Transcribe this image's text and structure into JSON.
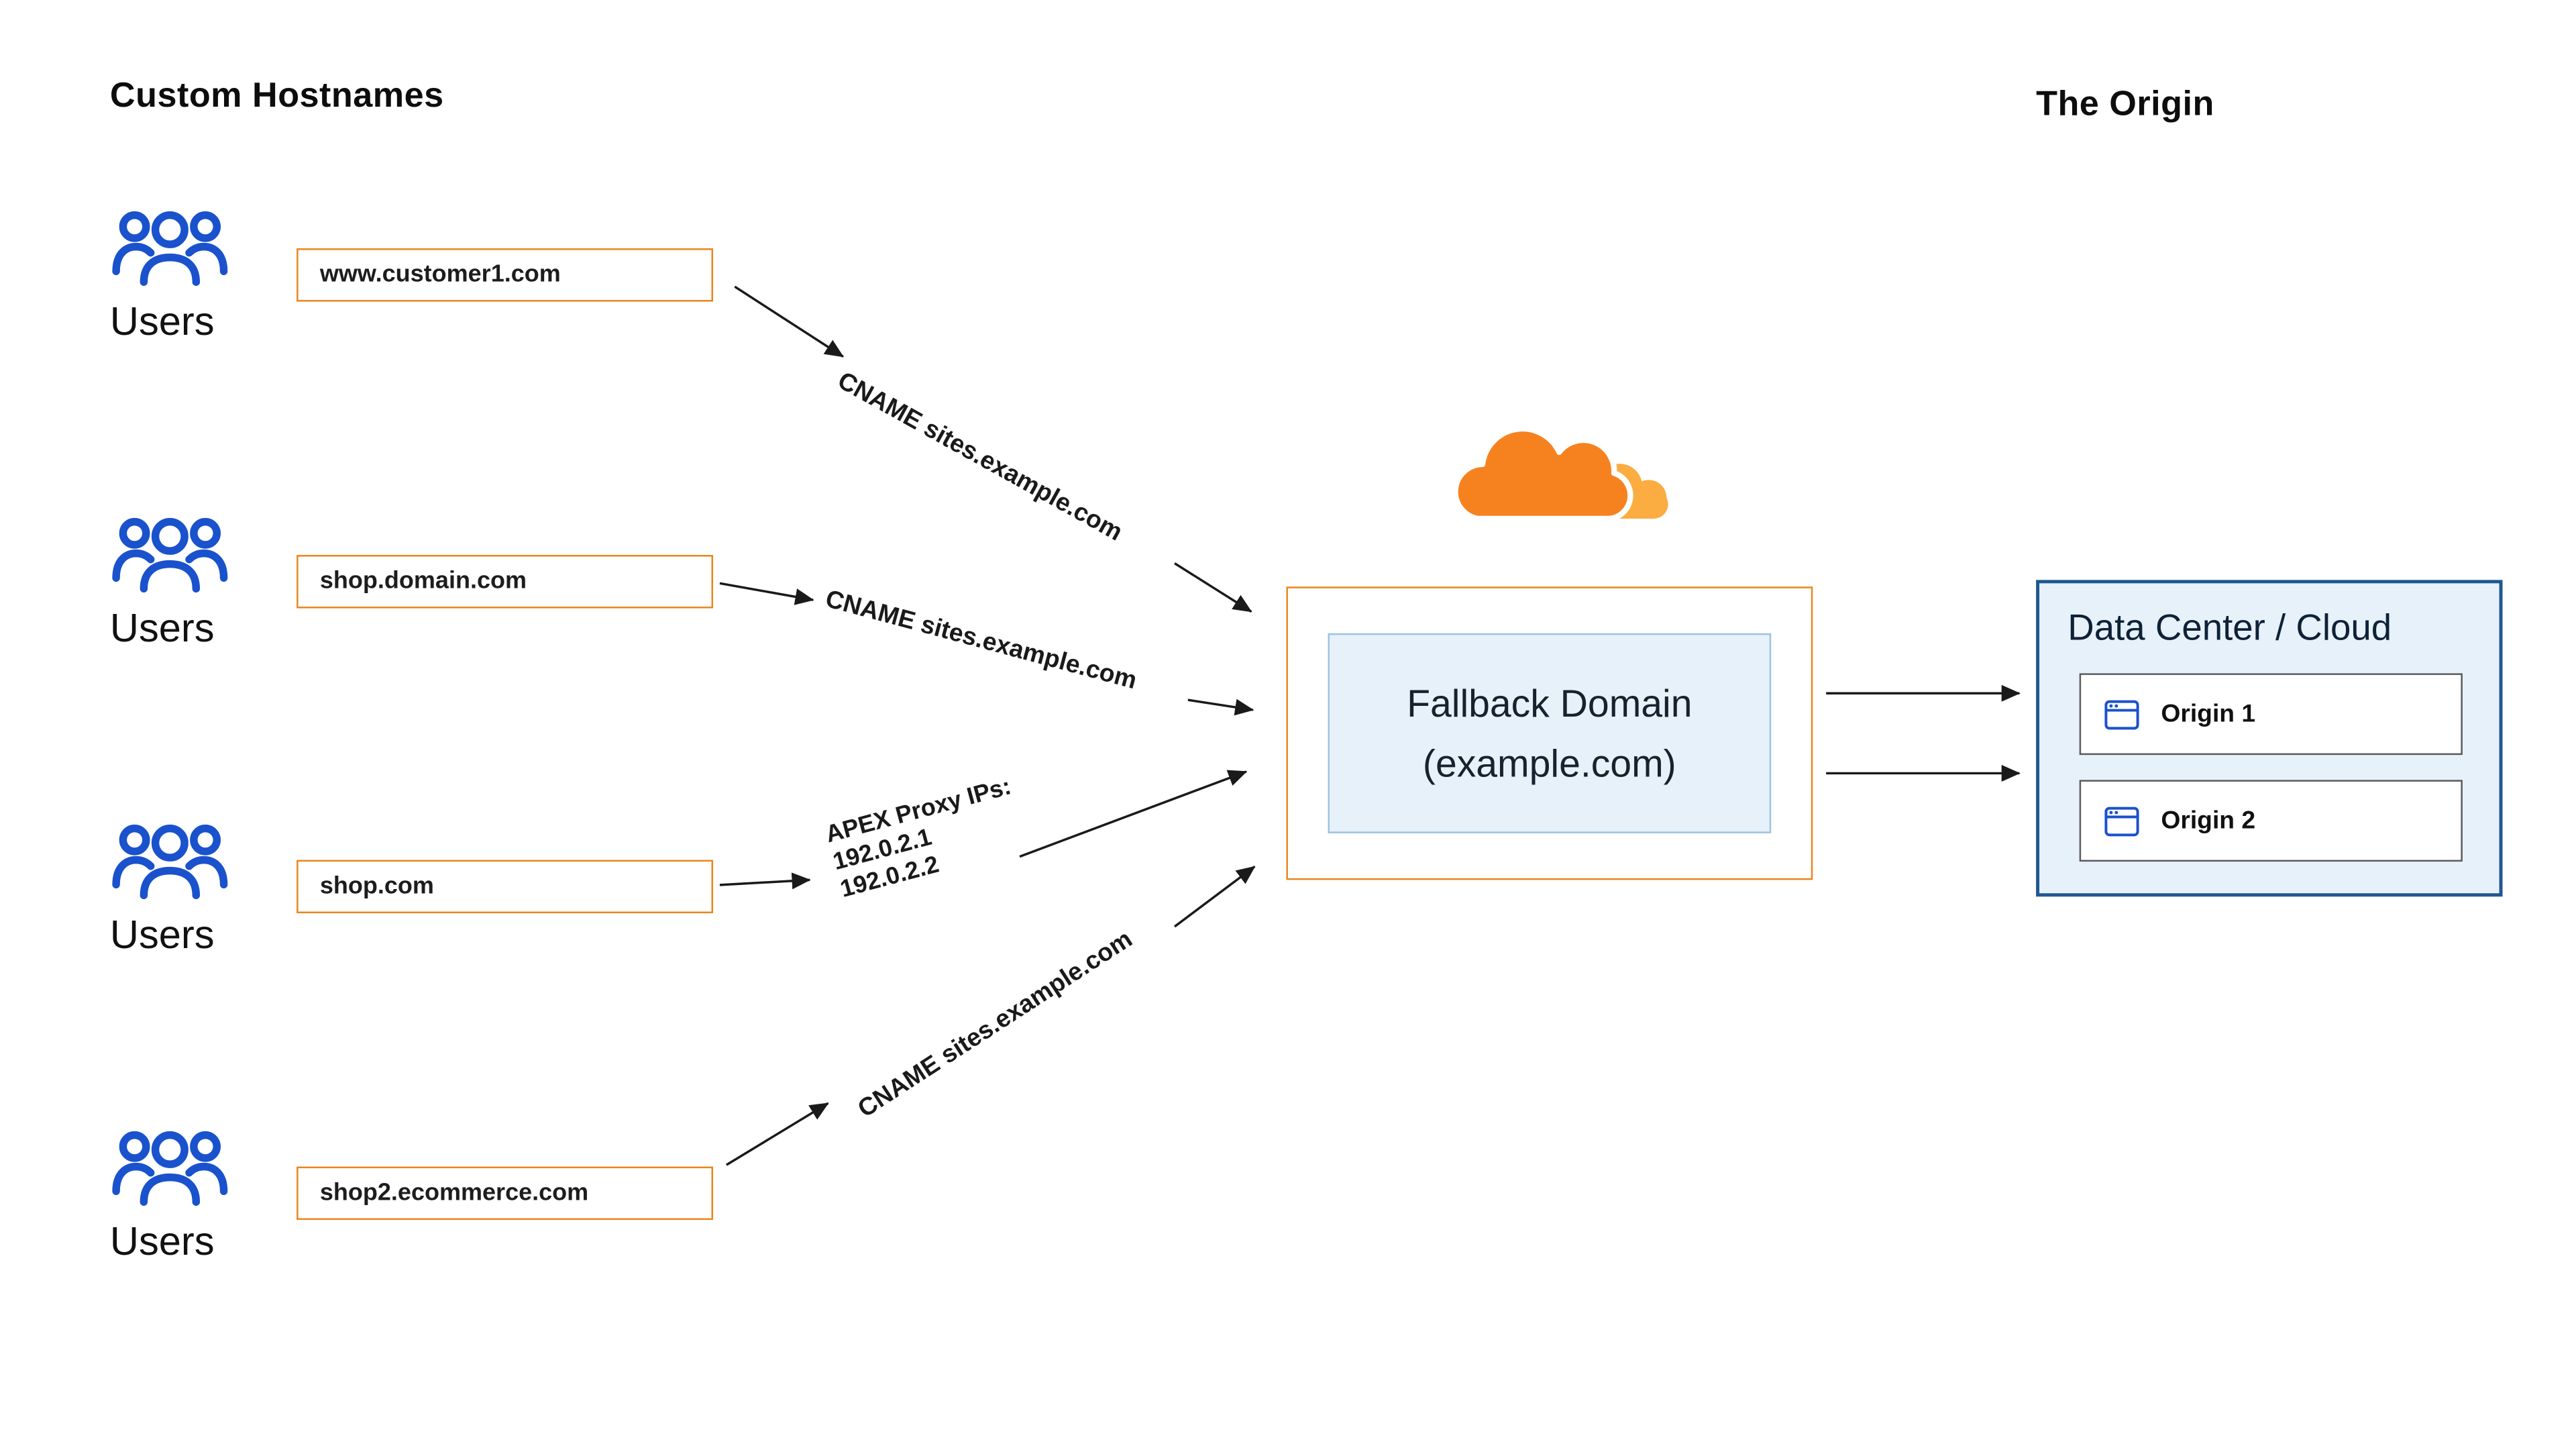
{
  "titles": {
    "left": "Custom Hostnames",
    "right": "The Origin"
  },
  "users_label": "Users",
  "hostnames": [
    "www.customer1.com",
    "shop.domain.com",
    "shop.com",
    "shop2.ecommerce.com"
  ],
  "edges": {
    "cname_top": "CNAME sites.example.com",
    "cname_mid": "CNAME sites.example.com",
    "apex_lines": [
      "APEX Proxy IPs:",
      "192.0.2.1",
      "192.0.2.2"
    ],
    "cname_bottom": "CNAME sites.example.com"
  },
  "fallback": {
    "line1": "Fallback Domain",
    "line2": "(example.com)"
  },
  "origin_panel": {
    "title": "Data Center / Cloud",
    "origins": [
      "Origin 1",
      "Origin 2"
    ]
  },
  "colors": {
    "orange": "#E8861C",
    "cloudflare_orange": "#F6821F",
    "cloudflare_light_orange": "#FBAD41",
    "blue": "#1952CC",
    "panel_blue_fill": "#E7F1FA",
    "panel_blue_border": "#20578F",
    "arrow": "#1a1a1a"
  },
  "icons": [
    "users-icon",
    "cloudflare-logo",
    "browser-window-icon",
    "arrow"
  ]
}
